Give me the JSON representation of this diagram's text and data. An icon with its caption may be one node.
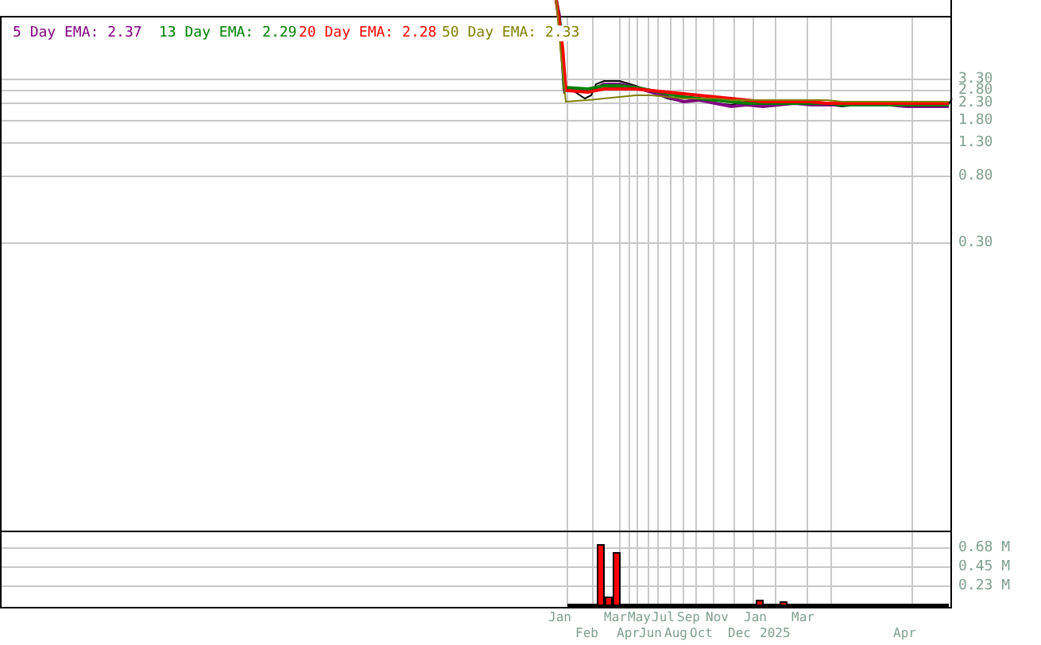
{
  "diagram": {
    "labels": [
      "5 Day EMA: 2.37",
      "13 Day EMA: 2.29",
      "20 Day EMA: 2.28",
      "50 Day EMA: 2.33",
      "3.30",
      "2.80",
      "2.30",
      "1.80",
      "1.30",
      "0.80",
      "0.30",
      "0.68 M",
      "0.45 M",
      "0.23 M",
      "Jan",
      "Feb",
      "Mar",
      "Apr",
      "May",
      "Jun",
      "Jul",
      "Aug",
      "Sep",
      "Oct",
      "Nov",
      "Dec",
      "Jan",
      "2025",
      "Mar",
      "Apr"
    ]
  }
}
